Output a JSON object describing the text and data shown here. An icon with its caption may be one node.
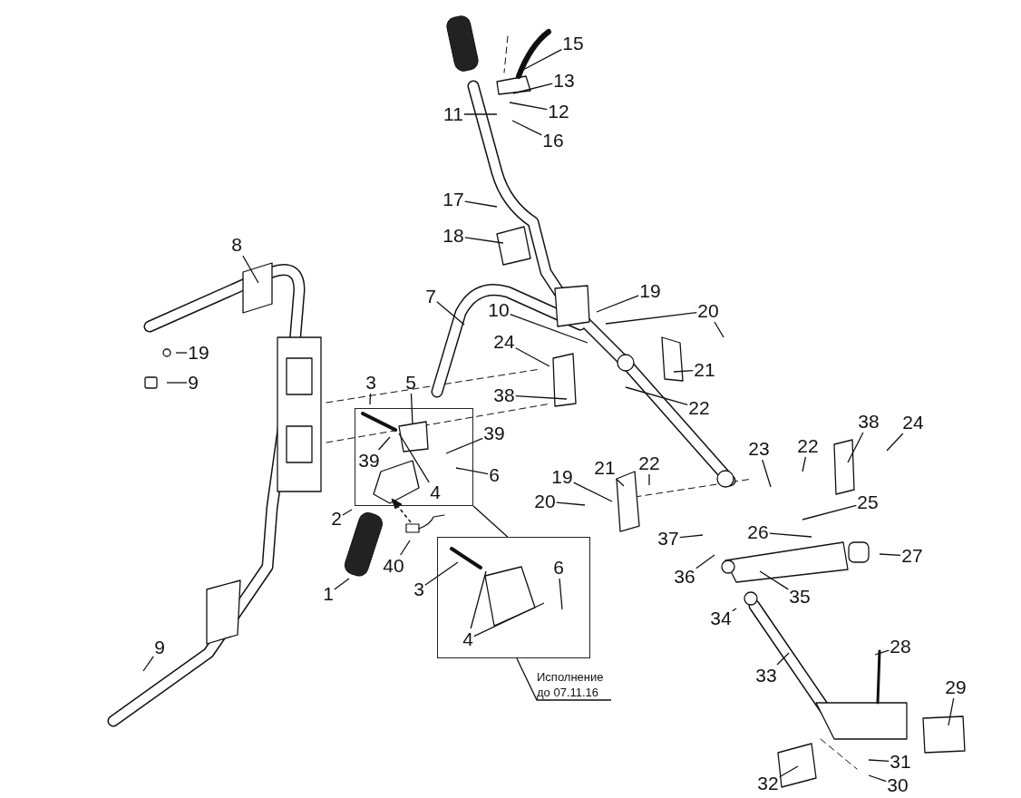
{
  "diagram": {
    "nodes": [
      {
        "text": [],
        "shape": "box"
      },
      {
        "text": [],
        "shape": "box"
      },
      {
        "text": [
          "15"
        ]
      },
      {
        "text": [
          "13"
        ]
      },
      {
        "text": [
          "11"
        ]
      },
      {
        "text": [
          "12"
        ]
      },
      {
        "text": [
          "16"
        ]
      },
      {
        "text": [
          "17"
        ]
      },
      {
        "text": [
          "18"
        ]
      },
      {
        "text": [
          "8"
        ]
      },
      {
        "text": [
          "7"
        ]
      },
      {
        "text": [
          "19"
        ]
      },
      {
        "text": [
          "10"
        ]
      },
      {
        "text": [
          "20"
        ]
      },
      {
        "text": [
          "19"
        ]
      },
      {
        "text": [
          "9"
        ]
      },
      {
        "text": [
          "24"
        ]
      },
      {
        "text": [
          "21"
        ]
      },
      {
        "text": [
          "3"
        ]
      },
      {
        "text": [
          "5"
        ]
      },
      {
        "text": [
          "38"
        ]
      },
      {
        "text": [
          "22"
        ]
      },
      {
        "text": [
          "39"
        ],
        "in": 0
      },
      {
        "text": [
          "39"
        ]
      },
      {
        "text": [
          "4"
        ],
        "in": 0
      },
      {
        "text": [
          "6"
        ]
      },
      {
        "text": [
          "2"
        ]
      },
      {
        "text": [
          "38"
        ]
      },
      {
        "text": [
          "24"
        ]
      },
      {
        "text": [
          "23"
        ]
      },
      {
        "text": [
          "22"
        ]
      },
      {
        "text": [
          "19"
        ]
      },
      {
        "text": [
          "21"
        ]
      },
      {
        "text": [
          "22"
        ]
      },
      {
        "text": [
          "20"
        ]
      },
      {
        "text": [
          "25"
        ]
      },
      {
        "text": [
          "26"
        ]
      },
      {
        "text": [
          "37"
        ]
      },
      {
        "text": [
          "40"
        ]
      },
      {
        "text": [
          "27"
        ]
      },
      {
        "text": [
          "3"
        ]
      },
      {
        "text": [
          "6"
        ],
        "in": 1
      },
      {
        "text": [
          "36"
        ]
      },
      {
        "text": [
          "35"
        ]
      },
      {
        "text": [
          "1"
        ]
      },
      {
        "text": [
          "34"
        ]
      },
      {
        "text": [
          "4"
        ],
        "in": 1
      },
      {
        "text": [
          "28"
        ]
      },
      {
        "text": [
          "9"
        ]
      },
      {
        "text": [
          "33"
        ]
      },
      {
        "text": [
          "29"
        ]
      },
      {
        "text": [
          "31"
        ]
      },
      {
        "text": [
          "32"
        ]
      },
      {
        "text": [
          "30"
        ]
      },
      {
        "text": [
          "Исполнение до 07.11.16"
        ]
      }
    ],
    "edges": [
      {
        "from": 0,
        "to": 1,
        "arrow": "none"
      },
      {
        "from": 2,
        "to": null,
        "arrow": "none"
      },
      {
        "from": 3,
        "to": null,
        "arrow": "none"
      },
      {
        "from": 4,
        "to": null,
        "arrow": "none"
      },
      {
        "from": 5,
        "to": null,
        "arrow": "none"
      },
      {
        "from": 6,
        "to": null,
        "arrow": "none"
      },
      {
        "from": 7,
        "to": null,
        "arrow": "none"
      },
      {
        "from": 8,
        "to": null,
        "arrow": "none"
      },
      {
        "from": 9,
        "to": null,
        "arrow": "none"
      },
      {
        "from": 10,
        "to": null,
        "arrow": "none"
      },
      {
        "from": 11,
        "to": null,
        "arrow": "none"
      },
      {
        "from": 12,
        "to": null,
        "arrow": "none"
      },
      {
        "from": 13,
        "to": null,
        "arrow": "none"
      },
      {
        "from": 13,
        "to": null,
        "arrow": "none"
      },
      {
        "from": 14,
        "to": null,
        "arrow": "none"
      },
      {
        "from": 15,
        "to": null,
        "arrow": "none"
      },
      {
        "from": 16,
        "to": null,
        "arrow": "none"
      },
      {
        "from": 17,
        "to": null,
        "arrow": "none"
      },
      {
        "from": 18,
        "to": null,
        "arrow": "none"
      },
      {
        "from": 19,
        "to": null,
        "arrow": "none"
      },
      {
        "from": 20,
        "to": null,
        "arrow": "none"
      },
      {
        "from": 21,
        "to": null,
        "arrow": "none"
      },
      {
        "from": 22,
        "to": null,
        "arrow": "none"
      },
      {
        "from": 23,
        "to": null,
        "arrow": "none"
      },
      {
        "from": 24,
        "to": null,
        "arrow": "none"
      },
      {
        "from": 25,
        "to": null,
        "arrow": "none"
      },
      {
        "from": 26,
        "to": null,
        "arrow": "none"
      },
      {
        "from": 27,
        "to": null,
        "arrow": "none"
      },
      {
        "from": 28,
        "to": null,
        "arrow": "none"
      },
      {
        "from": 29,
        "to": null,
        "arrow": "none"
      },
      {
        "from": 30,
        "to": null,
        "arrow": "none"
      },
      {
        "from": 31,
        "to": null,
        "arrow": "none"
      },
      {
        "from": 32,
        "to": null,
        "arrow": "none"
      },
      {
        "from": 33,
        "to": null,
        "arrow": "none"
      },
      {
        "from": 34,
        "to": null,
        "arrow": "none"
      },
      {
        "from": 35,
        "to": null,
        "arrow": "none"
      },
      {
        "from": 36,
        "to": null,
        "arrow": "none"
      },
      {
        "from": 37,
        "to": null,
        "arrow": "none"
      },
      {
        "from": 38,
        "to": null,
        "arrow": "none"
      },
      {
        "from": 39,
        "to": null,
        "arrow": "none"
      },
      {
        "from": 40,
        "to": null,
        "arrow": "none"
      },
      {
        "from": 41,
        "to": null,
        "arrow": "none"
      },
      {
        "from": 42,
        "to": null,
        "arrow": "none"
      },
      {
        "from": 43,
        "to": null,
        "arrow": "none"
      },
      {
        "from": 44,
        "to": null,
        "arrow": "none"
      },
      {
        "from": 45,
        "to": null,
        "arrow": "none"
      },
      {
        "from": 46,
        "to": null,
        "arrow": "none"
      },
      {
        "from": 46,
        "to": null,
        "arrow": "none"
      },
      {
        "from": 47,
        "to": null,
        "arrow": "none"
      },
      {
        "from": 48,
        "to": null,
        "arrow": "none"
      },
      {
        "from": 49,
        "to": null,
        "arrow": "none"
      },
      {
        "from": 50,
        "to": null,
        "arrow": "none"
      },
      {
        "from": 51,
        "to": null,
        "arrow": "none"
      },
      {
        "from": 52,
        "to": null,
        "arrow": "none"
      },
      {
        "from": 53,
        "to": null,
        "arrow": "none"
      },
      {
        "from": 54,
        "to": 1,
        "arrow": "none"
      }
    ]
  }
}
